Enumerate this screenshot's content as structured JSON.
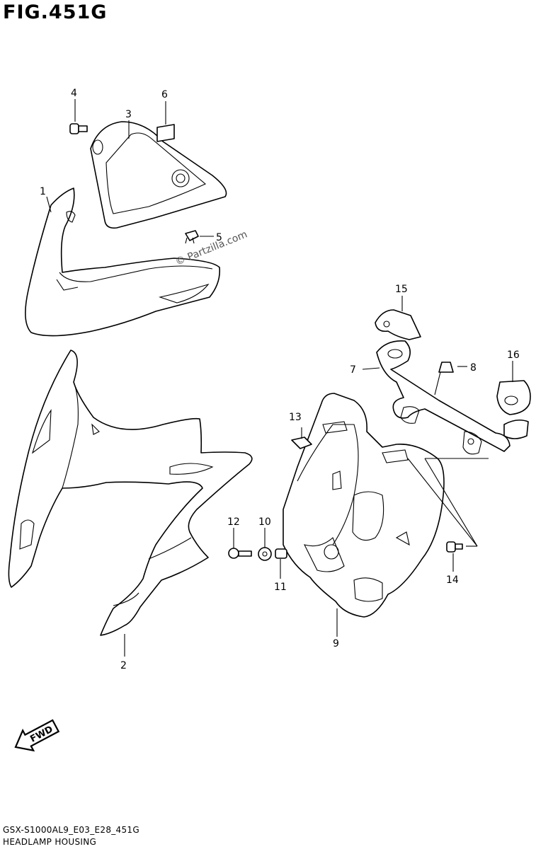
{
  "figure": {
    "title": "FIG.451G"
  },
  "watermark": "© Partzilla.com",
  "fwd_arrow": {
    "label": "FWD"
  },
  "callouts": [
    "1",
    "2",
    "3",
    "4",
    "5",
    "6",
    "7",
    "8",
    "9",
    "10",
    "11",
    "12",
    "13",
    "14",
    "15",
    "16"
  ],
  "footer": {
    "code": "GSX-S1000AL9_E03_E28_451G",
    "caption": "HEADLAMP HOUSING"
  }
}
